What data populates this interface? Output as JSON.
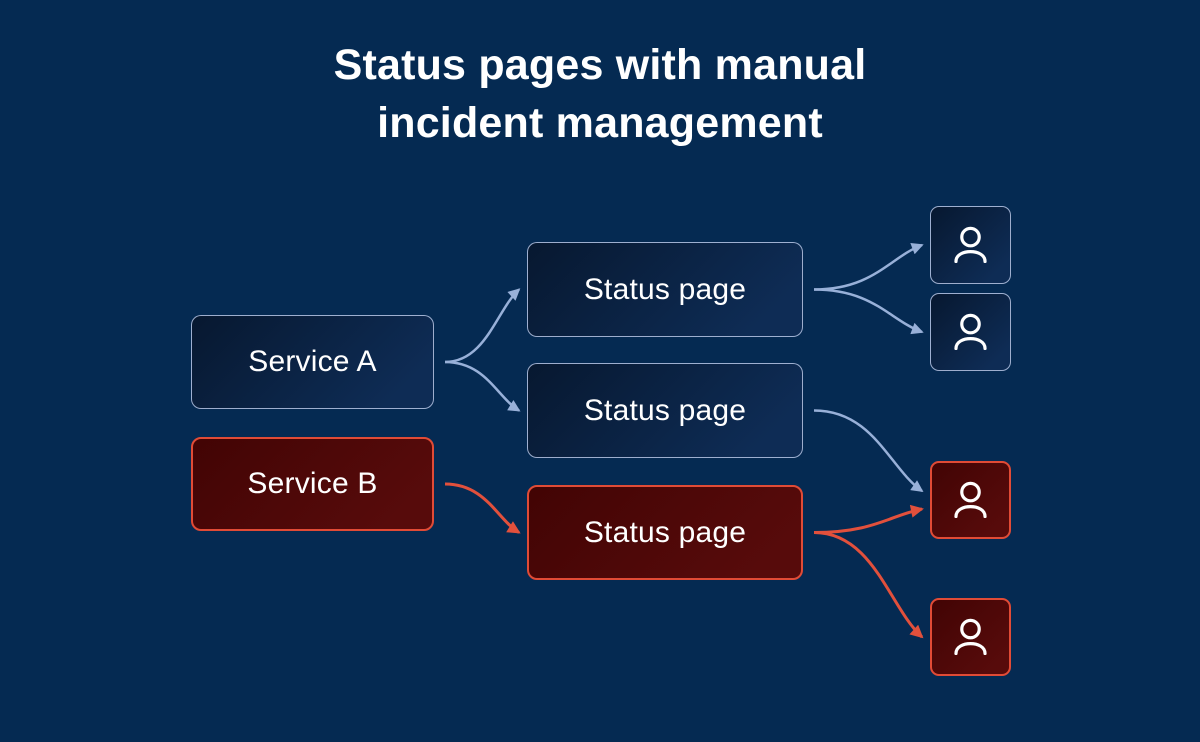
{
  "title": {
    "line1": "Status pages with manual",
    "line2": "incident management"
  },
  "colors": {
    "background": "#052a52",
    "text": "#ffffff",
    "node_normal_fill_start": "#071830",
    "node_normal_fill_end": "#0e2c55",
    "node_normal_border": "rgba(185,200,232,0.85)",
    "node_incident_fill_start": "#420404",
    "node_incident_fill_end": "#570b0b",
    "node_incident_border": "#e14b36",
    "arrow_normal": "#98b0d8",
    "arrow_incident": "#e2503c"
  },
  "nodes": [
    {
      "id": "service-a",
      "label": "Service A",
      "variant": "normal",
      "type": "service"
    },
    {
      "id": "service-b",
      "label": "Service B",
      "variant": "incident",
      "type": "service"
    },
    {
      "id": "status-page-1",
      "label": "Status page",
      "variant": "normal",
      "type": "status-page"
    },
    {
      "id": "status-page-2",
      "label": "Status page",
      "variant": "normal",
      "type": "status-page"
    },
    {
      "id": "status-page-3",
      "label": "Status page",
      "variant": "incident",
      "type": "status-page"
    },
    {
      "id": "subscriber-1",
      "icon": "user-icon",
      "variant": "normal",
      "type": "subscriber"
    },
    {
      "id": "subscriber-2",
      "icon": "user-icon",
      "variant": "normal",
      "type": "subscriber"
    },
    {
      "id": "subscriber-3",
      "icon": "user-icon",
      "variant": "incident",
      "type": "subscriber"
    },
    {
      "id": "subscriber-4",
      "icon": "user-icon",
      "variant": "incident",
      "type": "subscriber"
    }
  ],
  "edges": [
    {
      "from": "service-a",
      "to": "status-page-1",
      "color": "normal"
    },
    {
      "from": "service-a",
      "to": "status-page-2",
      "color": "normal"
    },
    {
      "from": "service-b",
      "to": "status-page-3",
      "color": "incident"
    },
    {
      "from": "status-page-1",
      "to": "subscriber-1",
      "color": "normal"
    },
    {
      "from": "status-page-1",
      "to": "subscriber-2",
      "color": "normal"
    },
    {
      "from": "status-page-2",
      "to": "subscriber-3",
      "color": "normal"
    },
    {
      "from": "status-page-3",
      "to": "subscriber-3",
      "color": "incident"
    },
    {
      "from": "status-page-3",
      "to": "subscriber-4",
      "color": "incident"
    }
  ]
}
